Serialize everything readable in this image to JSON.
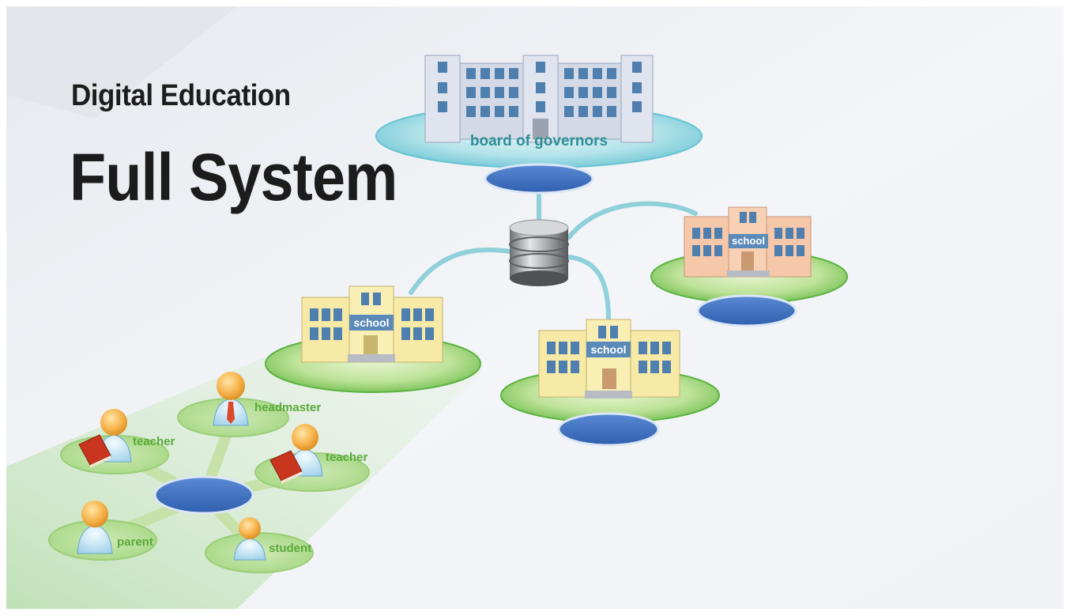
{
  "header": {
    "subtitle": "Digital Education",
    "title": "Full System"
  },
  "nodes": {
    "board": "board of governors",
    "schools": [
      "school",
      "school",
      "school"
    ],
    "roles": {
      "headmaster": "headmaster",
      "teacher_left": "teacher",
      "teacher_right": "teacher",
      "parent": "parent",
      "student": "student"
    }
  },
  "colors": {
    "background": "#f1f3f7",
    "connector": "#8fd0da",
    "hub": "#3f70c0",
    "platform_green": "#7cc15a",
    "platform_teal": "#7ccdd9",
    "label_teal": "#2f8f97",
    "label_green": "#5aa93a"
  },
  "icons": [
    "database-icon",
    "building-icon",
    "person-icon",
    "book-icon",
    "tie-icon"
  ]
}
